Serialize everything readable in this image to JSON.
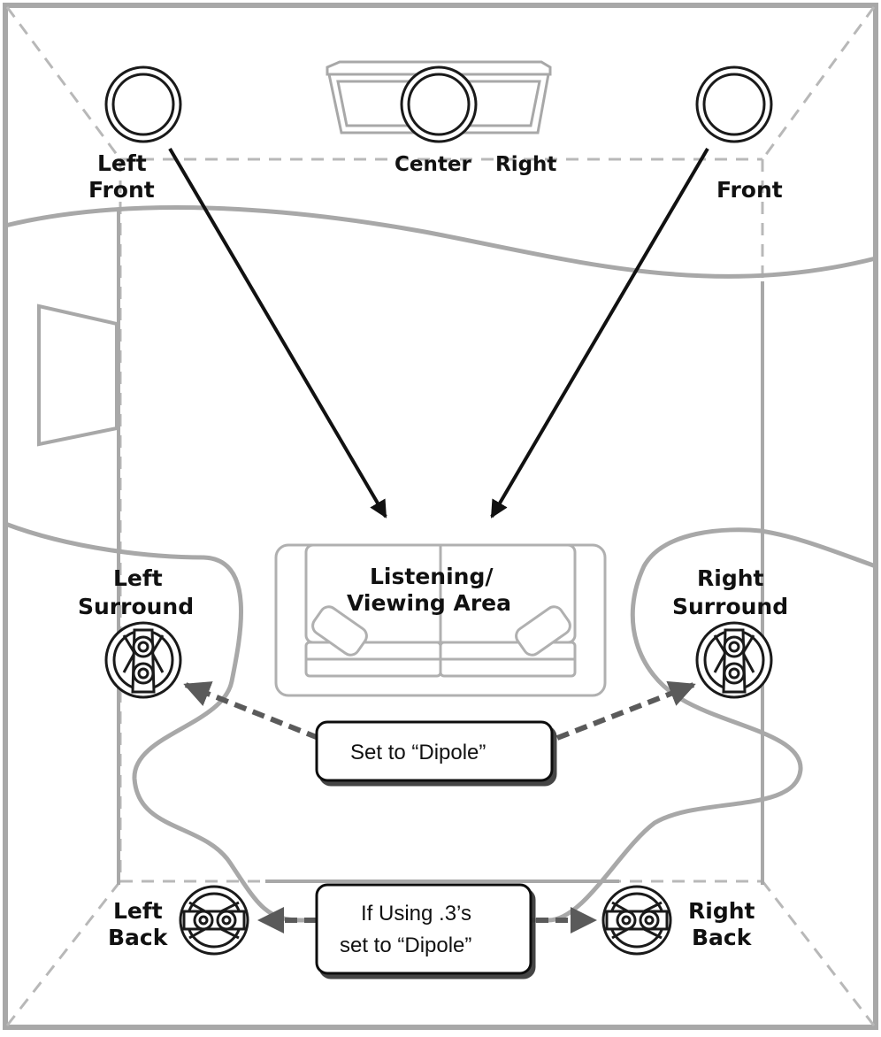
{
  "speakers": {
    "left_front": {
      "line1": "Left",
      "line2": "Front"
    },
    "center": {
      "label": "Center"
    },
    "right_front": {
      "line1": "Right",
      "line2": "Front"
    },
    "left_surround": {
      "line1": "Left",
      "line2": "Surround"
    },
    "right_surround": {
      "line1": "Right",
      "line2": "Surround"
    },
    "left_back": {
      "line1": "Left",
      "line2": "Back"
    },
    "right_back": {
      "line1": "Right",
      "line2": "Back"
    }
  },
  "listening_area": {
    "line1": "Listening/",
    "line2": "Viewing Area"
  },
  "callouts": {
    "surround_setting": "Set to “Dipole”",
    "back_setting_line1": "If Using .3’s",
    "back_setting_line2": "set to “Dipole”"
  },
  "colors": {
    "room_outline": "#a8a8a8",
    "speaker_stroke": "#1a1a1a",
    "solid_arrow": "#111111",
    "dashed_arrow": "#5a5a5a"
  }
}
